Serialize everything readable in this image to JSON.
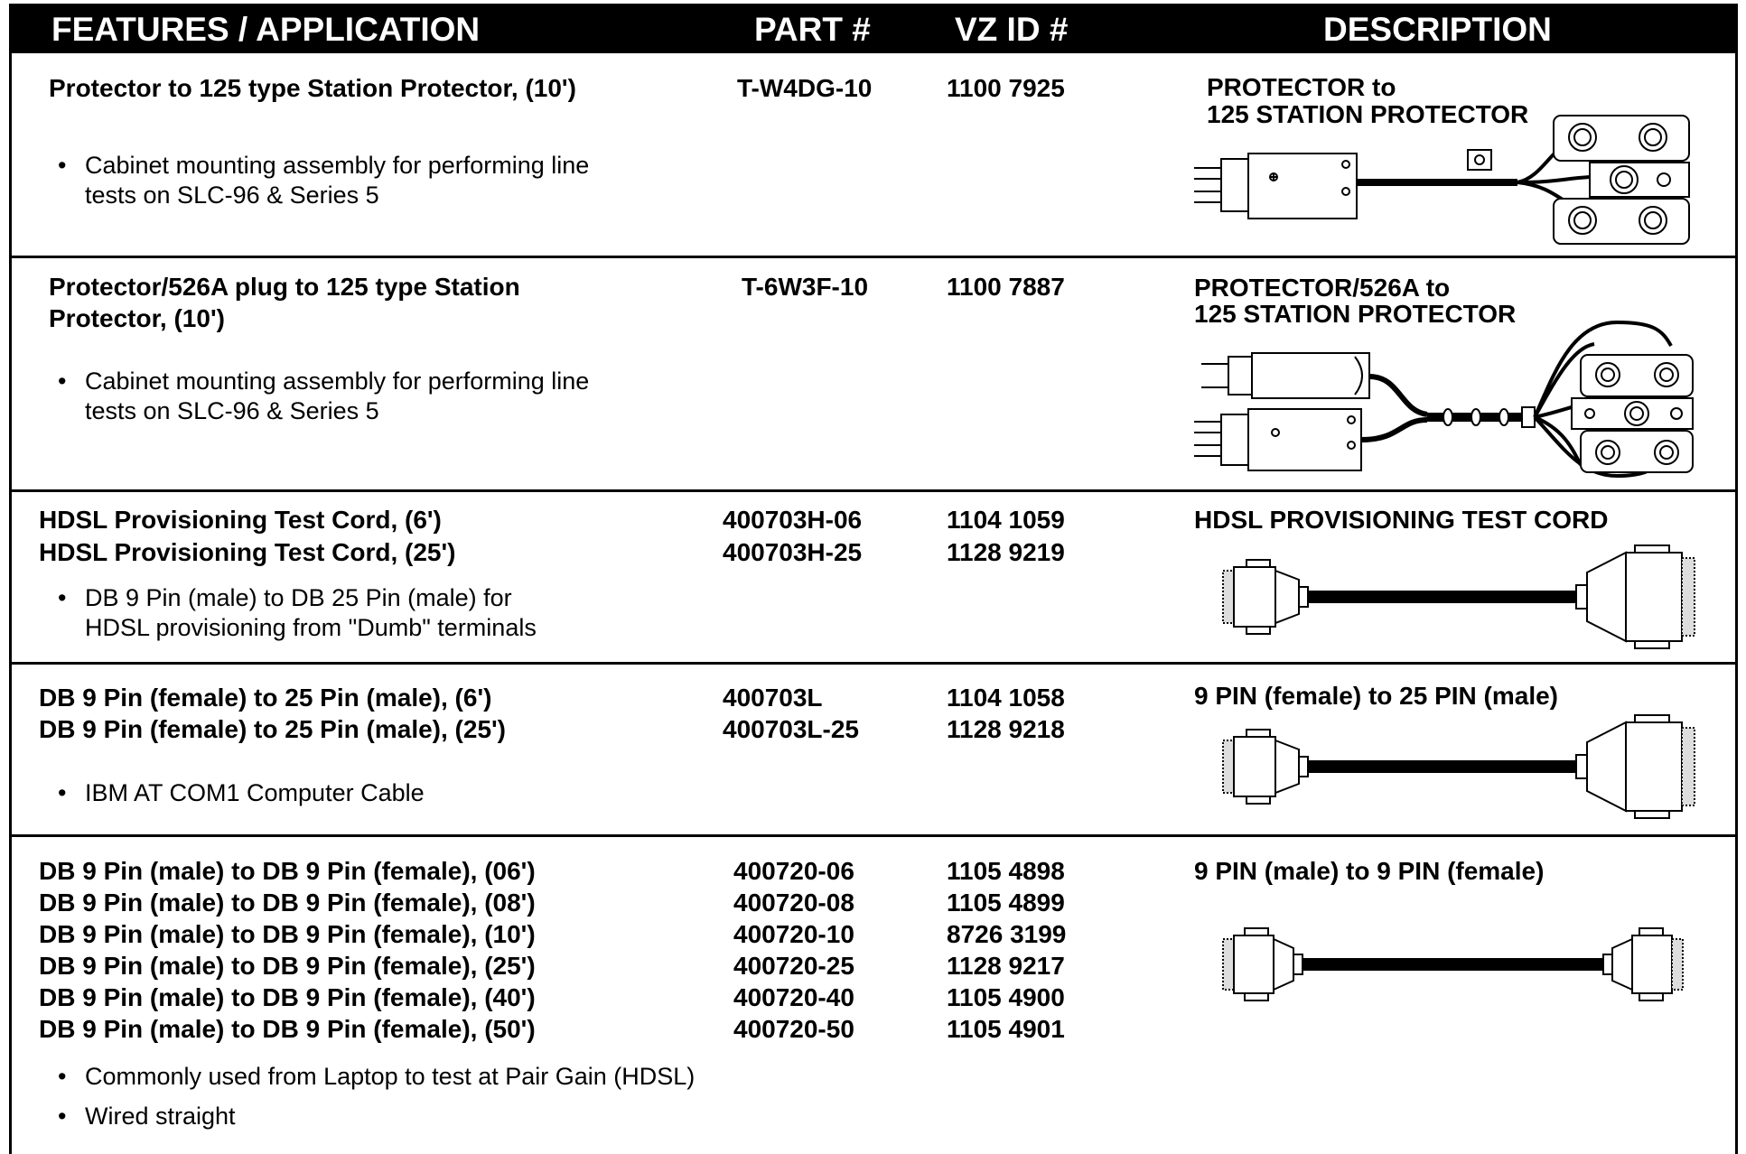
{
  "header": {
    "features": "FEATURES / APPLICATION",
    "part": "PART #",
    "vz": "VZ ID #",
    "description": "DESCRIPTION"
  },
  "rows": [
    {
      "features": [
        "Protector to 125 type Station Protector, (10')"
      ],
      "parts": [
        "T-W4DG-10"
      ],
      "vz": [
        "1100 7925"
      ],
      "description": [
        "PROTECTOR to",
        "125 STATION PROTECTOR"
      ],
      "bullets": [
        [
          "Cabinet mounting assembly for performing line",
          "tests on SLC-96 & Series 5"
        ]
      ]
    },
    {
      "features": [
        "Protector/526A plug to 125 type Station",
        "Protector, (10')"
      ],
      "parts": [
        "T-6W3F-10"
      ],
      "vz": [
        "1100 7887"
      ],
      "description": [
        "PROTECTOR/526A to",
        "125 STATION PROTECTOR"
      ],
      "bullets": [
        [
          "Cabinet mounting assembly for performing line",
          "tests on SLC-96 & Series 5"
        ]
      ]
    },
    {
      "features": [
        "HDSL Provisioning Test Cord, (6')",
        "HDSL Provisioning Test Cord, (25')"
      ],
      "parts": [
        "400703H-06",
        "400703H-25"
      ],
      "vz": [
        "1104 1059",
        "1128 9219"
      ],
      "description": [
        "HDSL PROVISIONING TEST CORD"
      ],
      "bullets": [
        [
          "DB 9 Pin (male) to DB 25 Pin (male) for",
          "HDSL provisioning from \"Dumb\" terminals"
        ]
      ]
    },
    {
      "features": [
        "DB 9 Pin (female) to 25 Pin (male), (6')",
        "DB 9 Pin (female) to 25 Pin (male), (25')"
      ],
      "parts": [
        "400703L",
        "400703L-25"
      ],
      "vz": [
        "1104 1058",
        "1128 9218"
      ],
      "description": [
        "9 PIN (female) to 25 PIN (male)"
      ],
      "bullets": [
        [
          "IBM AT COM1 Computer Cable"
        ]
      ]
    },
    {
      "features": [
        "DB 9 Pin (male) to DB 9 Pin (female), (06')",
        "DB 9 Pin (male) to DB 9 Pin (female), (08')",
        "DB 9 Pin (male) to DB 9 Pin (female), (10')",
        "DB 9 Pin (male) to DB 9 Pin (female), (25')",
        "DB 9 Pin (male) to DB 9 Pin (female), (40')",
        "DB 9 Pin (male) to DB 9 Pin (female), (50')"
      ],
      "parts": [
        "400720-06",
        "400720-08",
        "400720-10",
        "400720-25",
        "400720-40",
        "400720-50"
      ],
      "vz": [
        "1105 4898",
        "1105 4899",
        "8726 3199",
        "1128 9217",
        "1105 4900",
        "1105 4901"
      ],
      "description": [
        "9 PIN (male) to 9 PIN (female)"
      ],
      "bullets": [
        [
          "Commonly used from Laptop to test at Pair Gain (HDSL)"
        ],
        [
          "Wired straight"
        ]
      ]
    }
  ],
  "bullet_char": "•"
}
